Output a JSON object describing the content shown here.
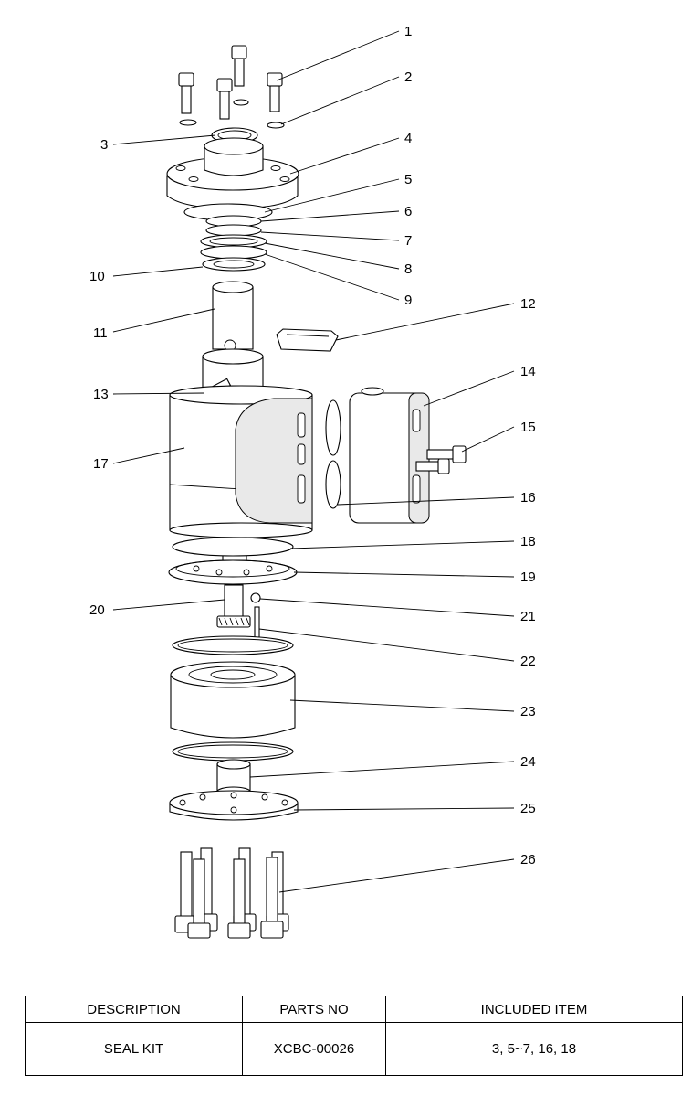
{
  "callouts": [
    "1",
    "2",
    "3",
    "4",
    "5",
    "6",
    "7",
    "8",
    "9",
    "10",
    "11",
    "12",
    "13",
    "14",
    "15",
    "16",
    "17",
    "18",
    "19",
    "20",
    "21",
    "22",
    "23",
    "24",
    "25",
    "26"
  ],
  "table": {
    "headers": [
      "DESCRIPTION",
      "PARTS NO",
      "INCLUDED ITEM"
    ],
    "rows": [
      [
        "SEAL KIT",
        "XCBC-00026",
        "3, 5~7, 16, 18"
      ]
    ]
  }
}
